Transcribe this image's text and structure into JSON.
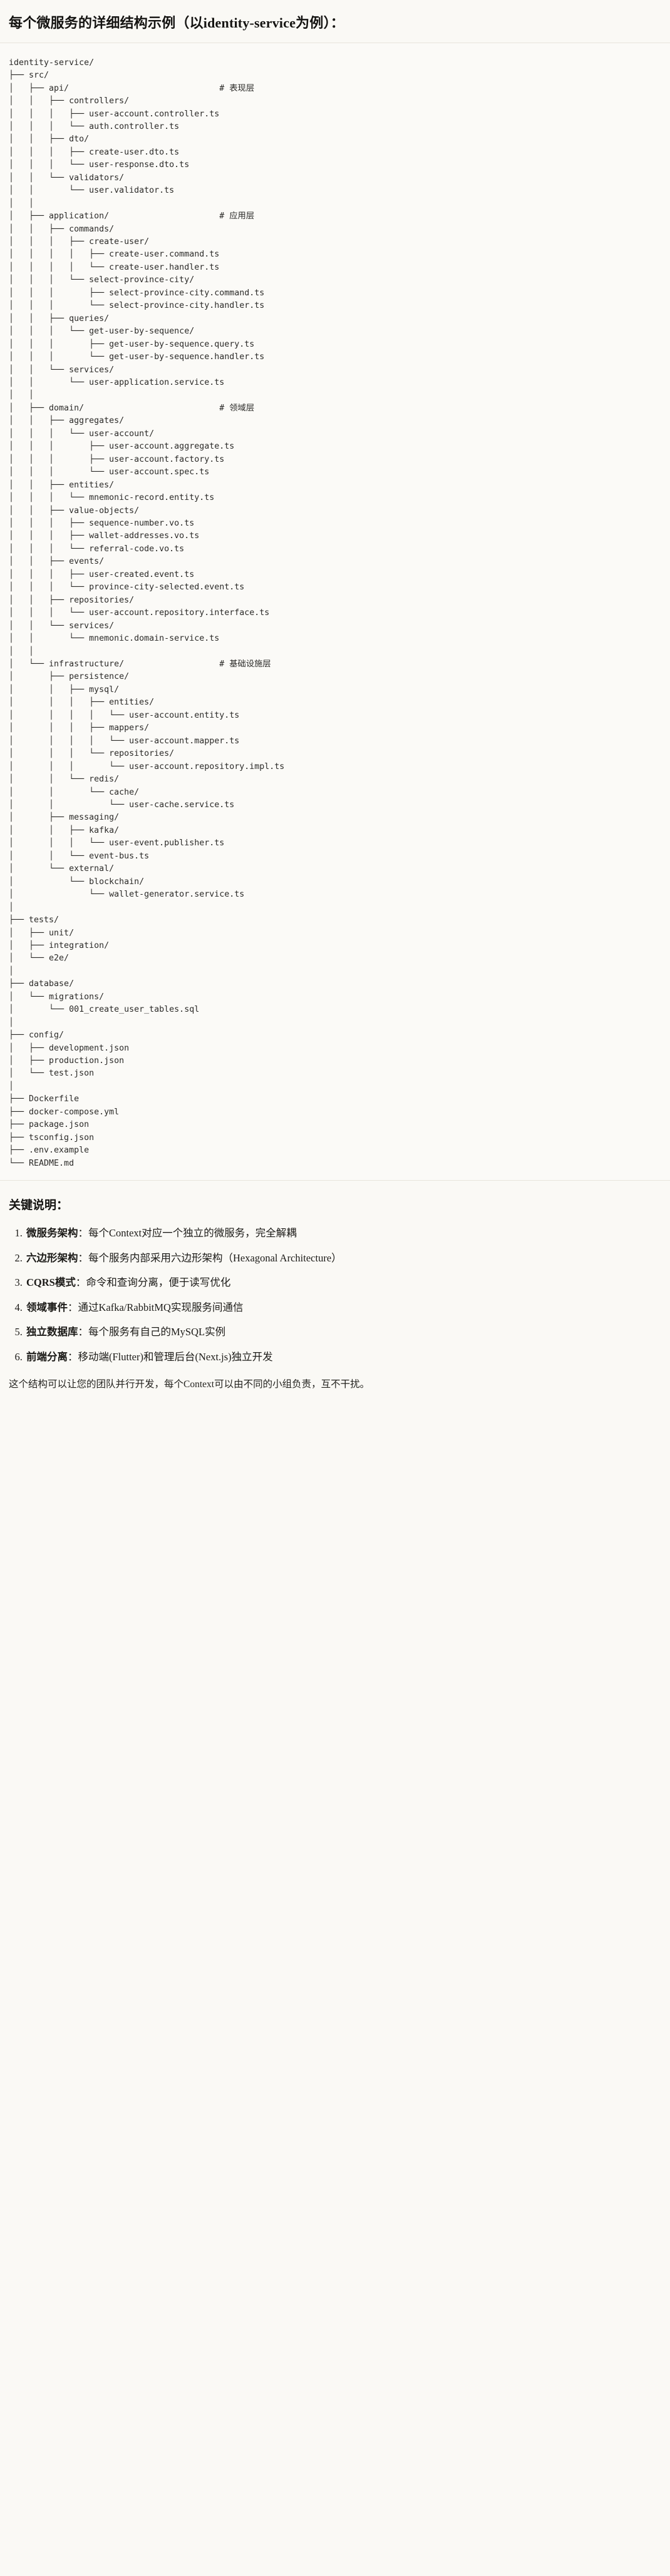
{
  "header": {
    "title": "每个微服务的详细结构示例（以identity-service为例）："
  },
  "tree": {
    "root": "identity-service/",
    "text": "identity-service/\n├── src/\n│   ├── api/                              # 表现层\n│   │   ├── controllers/\n│   │   │   ├── user-account.controller.ts\n│   │   │   └── auth.controller.ts\n│   │   ├── dto/\n│   │   │   ├── create-user.dto.ts\n│   │   │   └── user-response.dto.ts\n│   │   └── validators/\n│   │       └── user.validator.ts\n│   │\n│   ├── application/                      # 应用层\n│   │   ├── commands/\n│   │   │   ├── create-user/\n│   │   │   │   ├── create-user.command.ts\n│   │   │   │   └── create-user.handler.ts\n│   │   │   └── select-province-city/\n│   │   │       ├── select-province-city.command.ts\n│   │   │       └── select-province-city.handler.ts\n│   │   ├── queries/\n│   │   │   └── get-user-by-sequence/\n│   │   │       ├── get-user-by-sequence.query.ts\n│   │   │       └── get-user-by-sequence.handler.ts\n│   │   └── services/\n│   │       └── user-application.service.ts\n│   │\n│   ├── domain/                           # 领域层\n│   │   ├── aggregates/\n│   │   │   └── user-account/\n│   │   │       ├── user-account.aggregate.ts\n│   │   │       ├── user-account.factory.ts\n│   │   │       └── user-account.spec.ts\n│   │   ├── entities/\n│   │   │   └── mnemonic-record.entity.ts\n│   │   ├── value-objects/\n│   │   │   ├── sequence-number.vo.ts\n│   │   │   ├── wallet-addresses.vo.ts\n│   │   │   └── referral-code.vo.ts\n│   │   ├── events/\n│   │   │   ├── user-created.event.ts\n│   │   │   └── province-city-selected.event.ts\n│   │   ├── repositories/\n│   │   │   └── user-account.repository.interface.ts\n│   │   └── services/\n│   │       └── mnemonic.domain-service.ts\n│   │\n│   └── infrastructure/                   # 基础设施层\n│       ├── persistence/\n│       │   ├── mysql/\n│       │   │   ├── entities/\n│       │   │   │   └── user-account.entity.ts\n│       │   │   ├── mappers/\n│       │   │   │   └── user-account.mapper.ts\n│       │   │   └── repositories/\n│       │   │       └── user-account.repository.impl.ts\n│       │   └── redis/\n│       │       └── cache/\n│       │           └── user-cache.service.ts\n│       ├── messaging/\n│       │   ├── kafka/\n│       │   │   └── user-event.publisher.ts\n│       │   └── event-bus.ts\n│       └── external/\n│           └── blockchain/\n│               └── wallet-generator.service.ts\n│\n├── tests/\n│   ├── unit/\n│   ├── integration/\n│   └── e2e/\n│\n├── database/\n│   └── migrations/\n│       └── 001_create_user_tables.sql\n│\n├── config/\n│   ├── development.json\n│   ├── production.json\n│   └── test.json\n│\n├── Dockerfile\n├── docker-compose.yml\n├── package.json\n├── tsconfig.json\n├── .env.example\n└── README.md",
    "layer_comments": [
      {
        "path": "src/api/",
        "comment": "# 表现层"
      },
      {
        "path": "src/application/",
        "comment": "# 应用层"
      },
      {
        "path": "src/domain/",
        "comment": "# 领域层"
      },
      {
        "path": "src/infrastructure/",
        "comment": "# 基础设施层"
      }
    ]
  },
  "notes": {
    "heading": "关键说明：",
    "items": [
      {
        "term": "微服务架构",
        "sep": "：",
        "desc": "每个Context对应一个独立的微服务，完全解耦"
      },
      {
        "term": "六边形架构",
        "sep": "：",
        "desc": "每个服务内部采用六边形架构（Hexagonal Architecture）"
      },
      {
        "term": "CQRS模式",
        "sep": "：",
        "desc": "命令和查询分离，便于读写优化"
      },
      {
        "term": "领域事件",
        "sep": "：",
        "desc": "通过Kafka/RabbitMQ实现服务间通信"
      },
      {
        "term": "独立数据库",
        "sep": "：",
        "desc": "每个服务有自己的MySQL实例"
      },
      {
        "term": "前端分离",
        "sep": "：",
        "desc": "移动端(Flutter)和管理后台(Next.js)独立开发"
      }
    ],
    "closing": "这个结构可以让您的团队并行开发，每个Context可以由不同的小组负责，互不干扰。"
  }
}
